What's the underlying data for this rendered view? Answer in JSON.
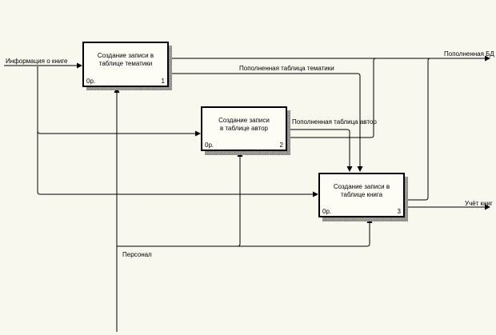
{
  "diagram": {
    "type": "IDEF0",
    "background_color": "#f8f8ee",
    "line_color": "#000000",
    "activities": [
      {
        "id": "box1",
        "title": "Создание записи в\nтаблице тематики",
        "cost": "0р.",
        "number": "1"
      },
      {
        "id": "box2",
        "title": "Создание записи\nв таблице автор",
        "cost": "0р.",
        "number": "2"
      },
      {
        "id": "box3",
        "title": "Создание записи в\nтаблице книга",
        "cost": "0р.",
        "number": "3"
      }
    ],
    "arrows": [
      {
        "id": "input-info",
        "label": "Информация о книге",
        "role": "input",
        "to": [
          "box1",
          "box2",
          "box3"
        ]
      },
      {
        "id": "mech-staff",
        "label": "Персонал",
        "role": "mechanism",
        "to": [
          "box1",
          "box2",
          "box3"
        ]
      },
      {
        "id": "out-topics",
        "label": "Пополненная таблица тематики",
        "role": "output",
        "from": "box1",
        "to": [
          "box3"
        ]
      },
      {
        "id": "out-authors",
        "label": "Пополненная таблица автор",
        "role": "output",
        "from": "box2",
        "to": [
          "box3"
        ]
      },
      {
        "id": "out-db",
        "label": "Пополненная БД",
        "role": "output",
        "from": [
          "box1",
          "box2",
          "box3"
        ]
      },
      {
        "id": "out-books",
        "label": "Учёт книг",
        "role": "output",
        "from": "box3"
      }
    ]
  }
}
